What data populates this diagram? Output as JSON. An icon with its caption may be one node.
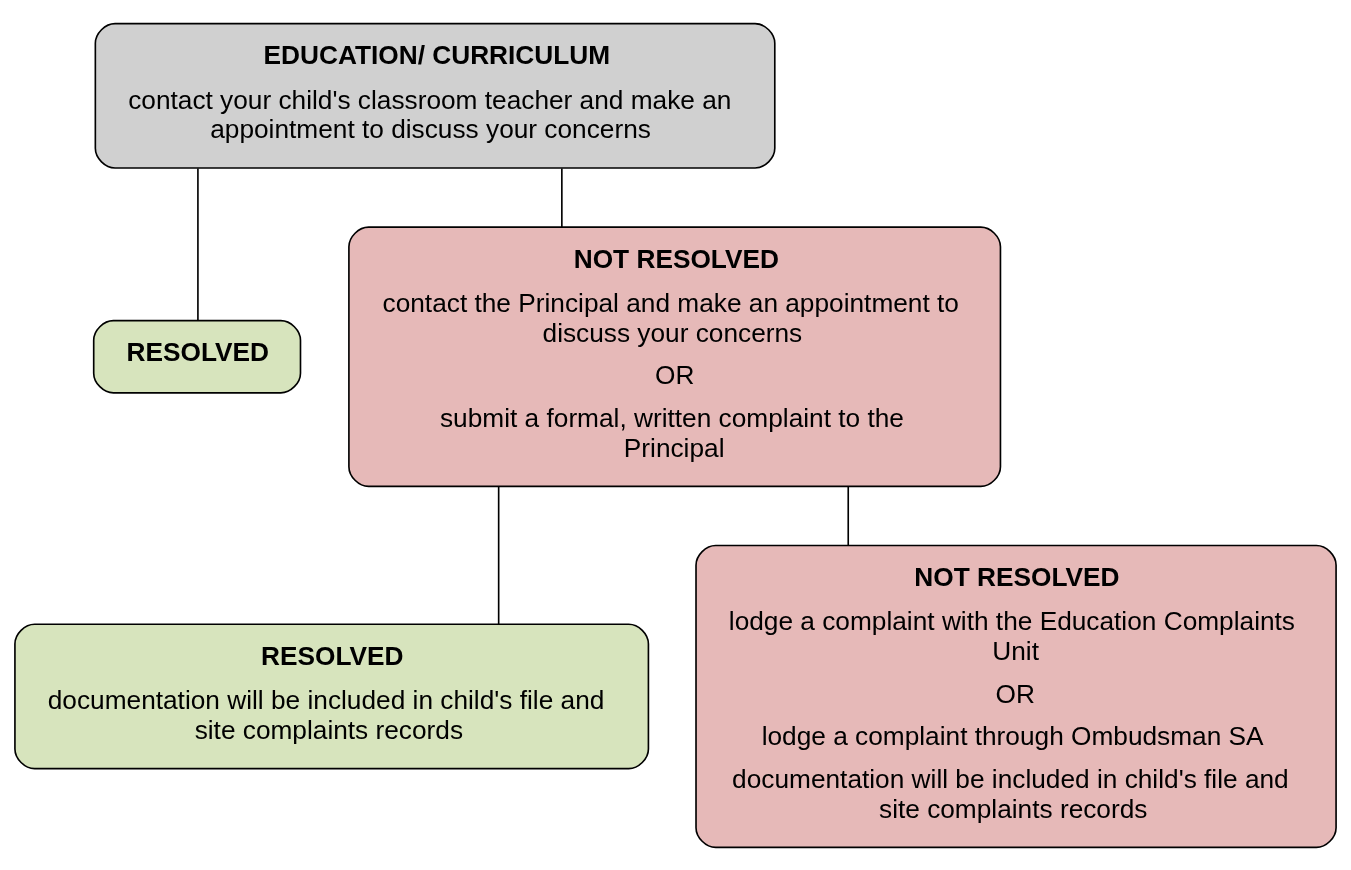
{
  "diagram": {
    "nodes": [
      {
        "text": [
          "EDUCATION/ CURRICULUM",
          "contact your child's classroom teacher and make an appointment to discuss your concerns"
        ]
      },
      {
        "text": [
          "RESOLVED"
        ]
      },
      {
        "text": [
          "NOT RESOLVED",
          "contact the Principal and make an appointment to discuss your concerns",
          "OR",
          "submit a formal, written complaint to the Principal"
        ]
      },
      {
        "text": [
          "RESOLVED",
          "documentation will be included in child's file and site complaints records"
        ]
      },
      {
        "text": [
          "NOT RESOLVED",
          "lodge a complaint with the Education Complaints Unit",
          "OR",
          "lodge a complaint through Ombudsman SA",
          "documentation will be included in child's file and site complaints records"
        ]
      }
    ],
    "edges": [
      {
        "from": 0,
        "to": 1,
        "arrow": "none"
      },
      {
        "from": 0,
        "to": 2,
        "arrow": "none"
      },
      {
        "from": 2,
        "to": 3,
        "arrow": "none"
      },
      {
        "from": 2,
        "to": 4,
        "arrow": "none"
      }
    ]
  }
}
